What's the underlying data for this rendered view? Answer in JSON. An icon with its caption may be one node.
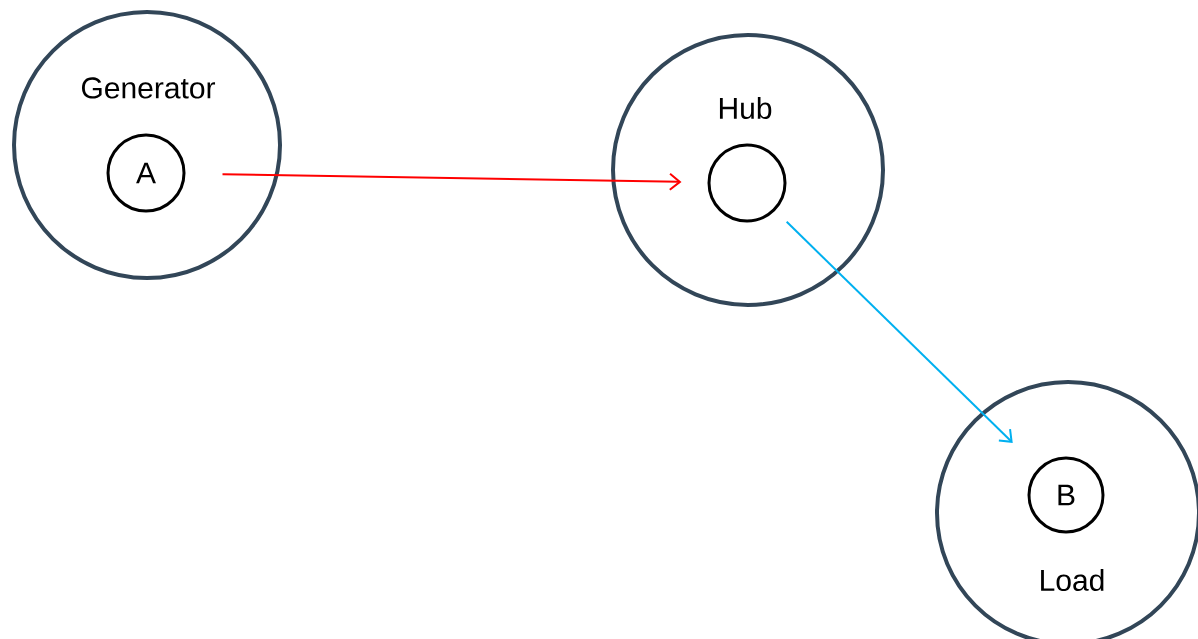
{
  "diagram": {
    "nodes": [
      {
        "text": [
          "Generator"
        ]
      },
      {
        "text": [
          "A"
        ],
        "in": 0
      },
      {
        "text": [
          "Hub"
        ]
      },
      {
        "text": [],
        "shape": "circle",
        "in": 2
      },
      {
        "text": [
          "Load"
        ]
      },
      {
        "text": [
          "B"
        ],
        "in": 4
      }
    ],
    "edges": [
      {
        "from": 1,
        "to": 3,
        "arrow": "to",
        "color": "#ff0000"
      },
      {
        "from": 3,
        "to": 5,
        "arrow": "to",
        "color": "#00b0f0"
      }
    ]
  }
}
